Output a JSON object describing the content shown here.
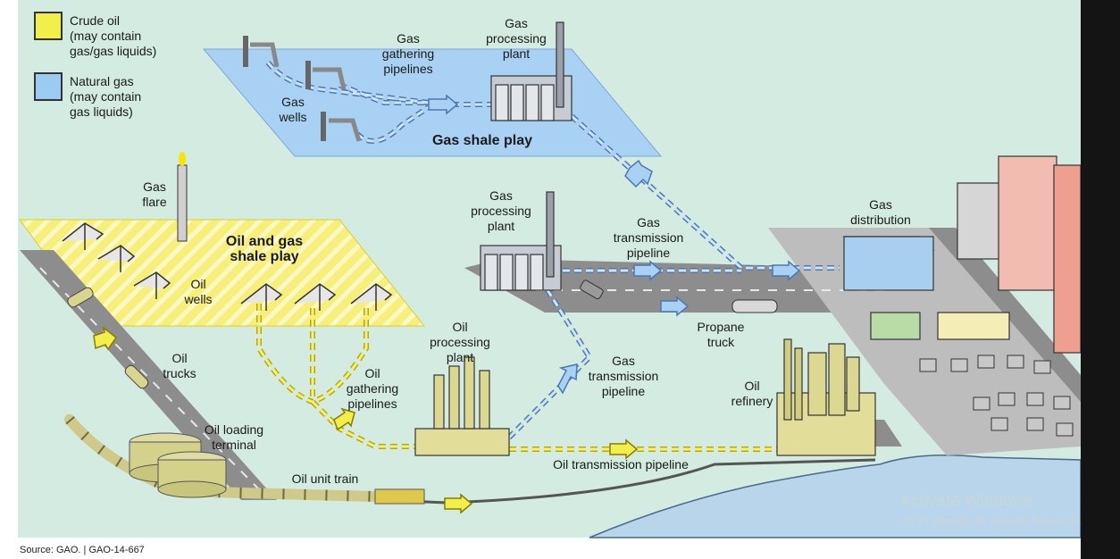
{
  "legend": {
    "crude_oil": "Crude oil\n(may contain\ngas/gas liquids)",
    "natural_gas": "Natural gas\n(may contain\ngas liquids)",
    "crude_color": "#f2ee4a",
    "gas_color": "#9ccbf2"
  },
  "labels": {
    "gas_gathering": "Gas\ngathering\npipelines",
    "gas_processing_top": "Gas\nprocessing\nplant",
    "gas_wells": "Gas\nwells",
    "gas_shale_play": "Gas shale play",
    "gas_flare": "Gas\nflare",
    "oil_gas_shale_play": "Oil and gas\nshale play",
    "oil_wells": "Oil\nwells",
    "gas_processing_mid": "Gas\nprocessing\nplant",
    "gas_transmission_top": "Gas\ntransmission\npipeline",
    "gas_distribution": "Gas\ndistribution",
    "propane_truck": "Propane\ntruck",
    "oil_trucks": "Oil\ntrucks",
    "oil_processing": "Oil\nprocessing\nplant",
    "gas_transmission_bottom": "Gas\ntransmission\npipeline",
    "oil_gathering": "Oil\ngathering\npipelines",
    "oil_refinery": "Oil\nrefinery",
    "oil_loading": "Oil loading\nterminal",
    "oil_unit_train": "Oil unit train",
    "oil_transmission": "Oil transmission pipeline"
  },
  "source": "Source: GAO.  |  GAO-14-667",
  "watermark": {
    "title": "Activate Windows",
    "subtitle": "Go to Settings to activate Windows."
  },
  "colors": {
    "background": "#d3ebe1",
    "road": "#8a8a8a",
    "water": "#b9d5ec",
    "oil_pipe": "#f2ee4a",
    "gas_pipe": "#9ccbf2"
  }
}
